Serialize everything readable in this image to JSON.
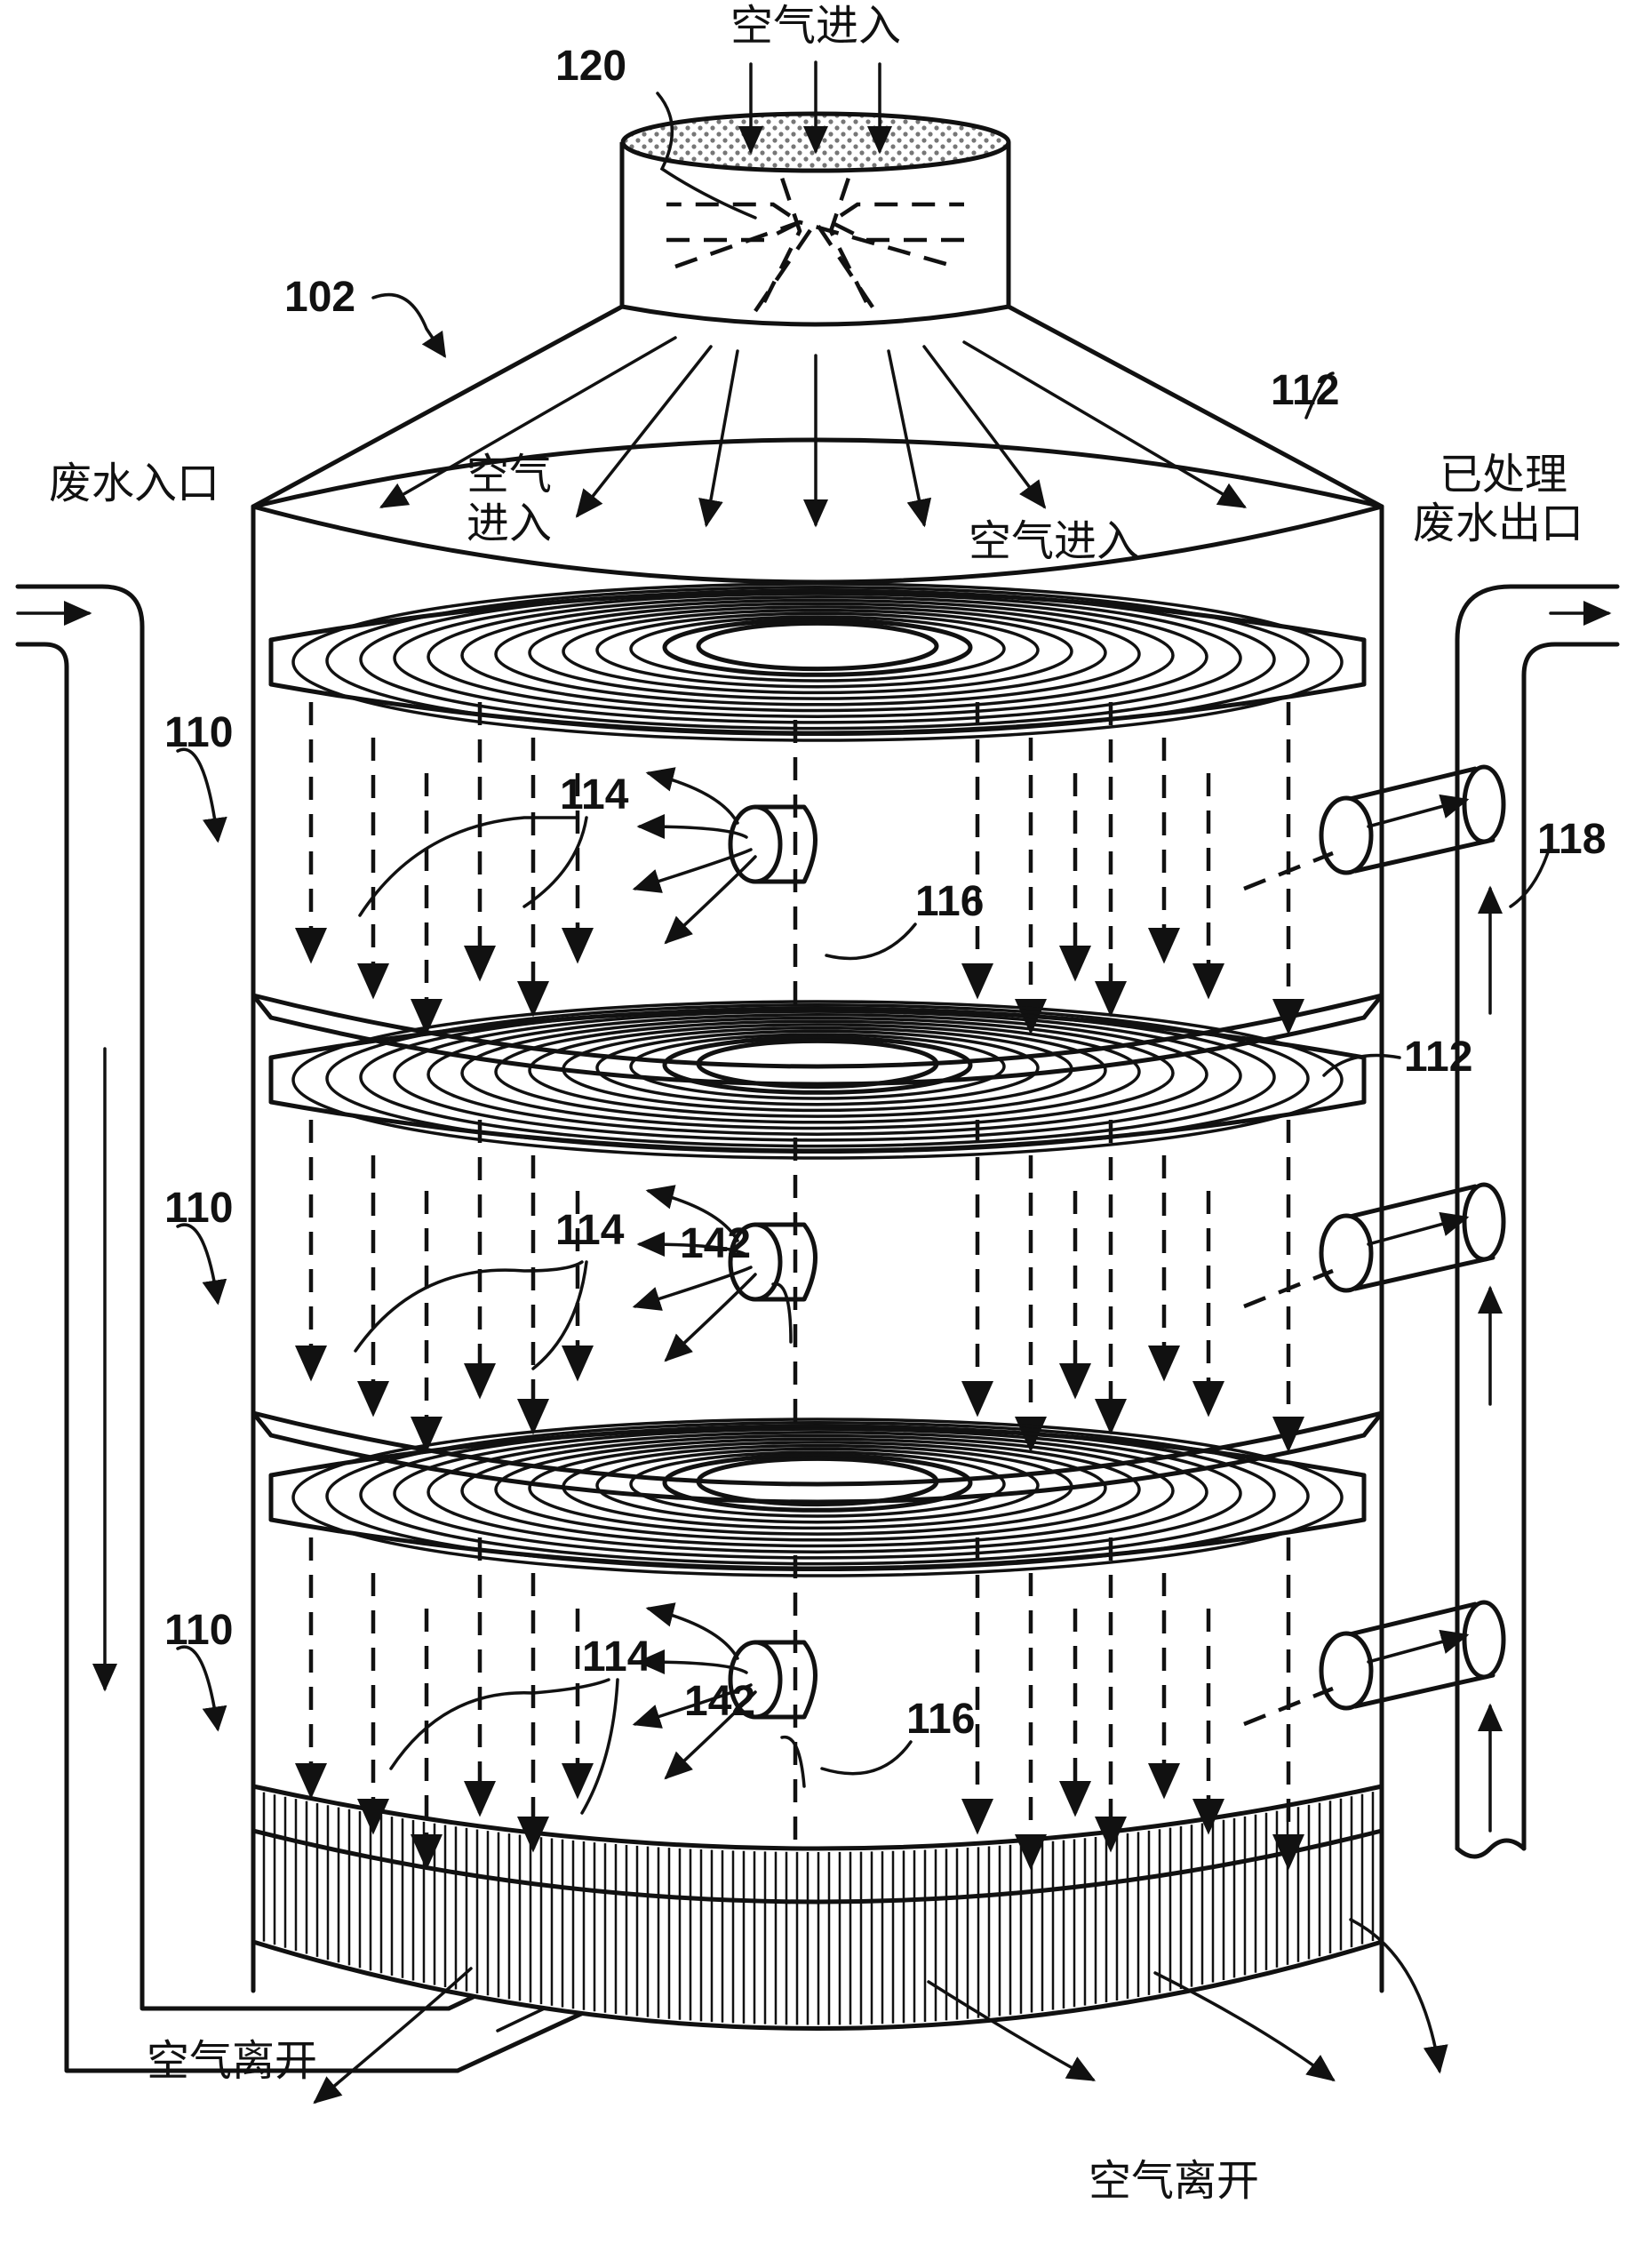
{
  "labels": {
    "air_in_top": "空气进入",
    "wastewater_inlet": "废水入口",
    "air_in_left_line1": "空气",
    "air_in_left_line2": "进入",
    "air_in_right": "空气进入",
    "treated_outlet_line1": "已处理",
    "treated_outlet_line2": "废水出口",
    "air_out_left": "空气离开",
    "air_out_bottom": "空气离开"
  },
  "refs": {
    "r120": "120",
    "r102": "102",
    "r112a": "112",
    "r112b": "112",
    "r110a": "110",
    "r110b": "110",
    "r110c": "110",
    "r114a": "114",
    "r114b": "114",
    "r114c": "114",
    "r116a": "116",
    "r116b": "116",
    "r118": "118",
    "r142a": "142",
    "r142b": "142"
  },
  "colors": {
    "ink": "#111111",
    "background": "#ffffff",
    "mesh": "#999999"
  }
}
